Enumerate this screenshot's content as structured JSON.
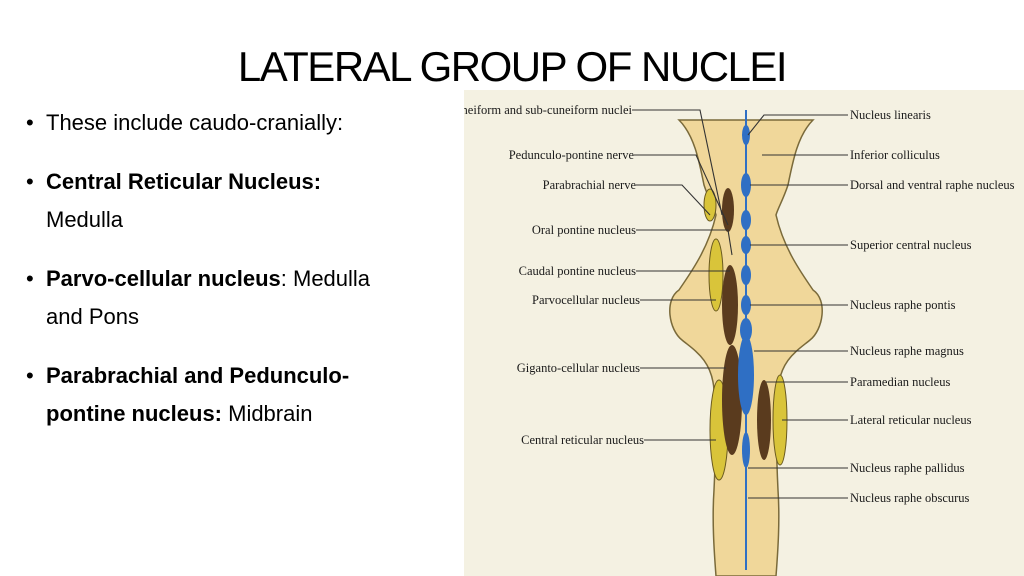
{
  "slide": {
    "title": "LATERAL GROUP OF NUCLEI",
    "bullets": [
      {
        "text": "These include caudo-cranially:"
      },
      {
        "bold": "Central Reticular Nucleus:",
        "rest": "",
        "line2": "Medulla"
      },
      {
        "bold": "Parvo-cellular nucleus",
        "rest": ": Medulla",
        "line2": "and Pons"
      },
      {
        "bold": "Parabrachial and Pedunculo-",
        "rest": "",
        "line2_bold": "pontine nucleus:",
        "line2": " Midbrain"
      }
    ]
  },
  "diagram": {
    "left_labels": [
      "Cuneiform and sub-cuneiform nuclei",
      "Pedunculo-pontine nerve",
      "Parabrachial nerve",
      "Oral pontine nucleus",
      "Caudal pontine nucleus",
      "Parvocellular nucleus",
      "Giganto-cellular nucleus",
      "Central reticular nucleus"
    ],
    "right_labels": [
      "Nucleus linearis",
      "Inferior colliculus",
      "Dorsal and ventral raphe nucleus",
      "Superior central nucleus",
      "Nucleus raphe pontis",
      "Nucleus raphe magnus",
      "Paramedian nucleus",
      "Lateral reticular nucleus",
      "Nucleus raphe pallidus",
      "Nucleus raphe obscurus"
    ],
    "colors": {
      "brainstem": "#f0d79a",
      "brainstem_outline": "#7a6a3a",
      "yellow_nuclei": "#d9c43a",
      "brown_nuclei": "#5a3b1e",
      "blue_nuclei": "#2f6fc4"
    }
  }
}
